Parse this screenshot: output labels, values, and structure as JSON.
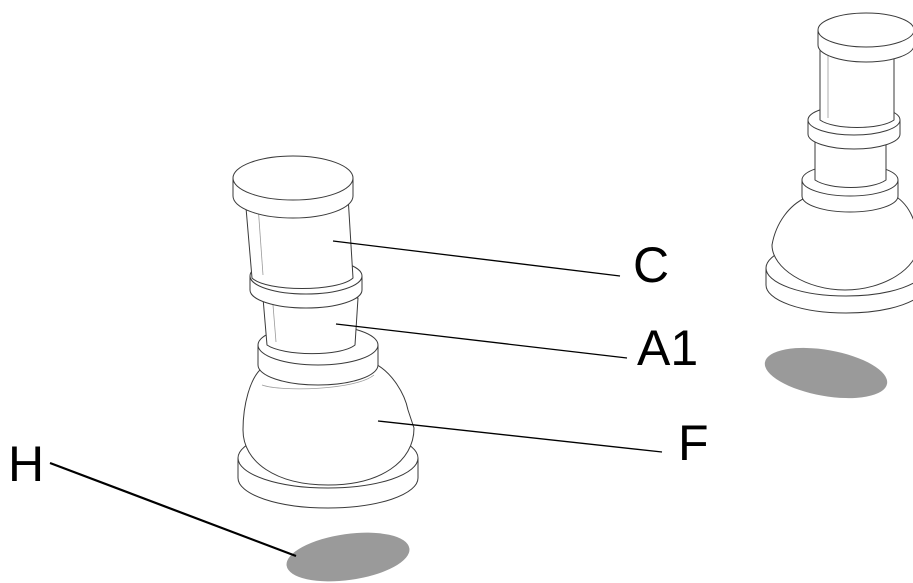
{
  "labels": {
    "c": "C",
    "a1": "A1",
    "f": "F",
    "h": "H"
  },
  "colors": {
    "line": "#000000",
    "outline": "#3a3a3a",
    "shadow": "#9a9a9a",
    "background": "#ffffff"
  }
}
